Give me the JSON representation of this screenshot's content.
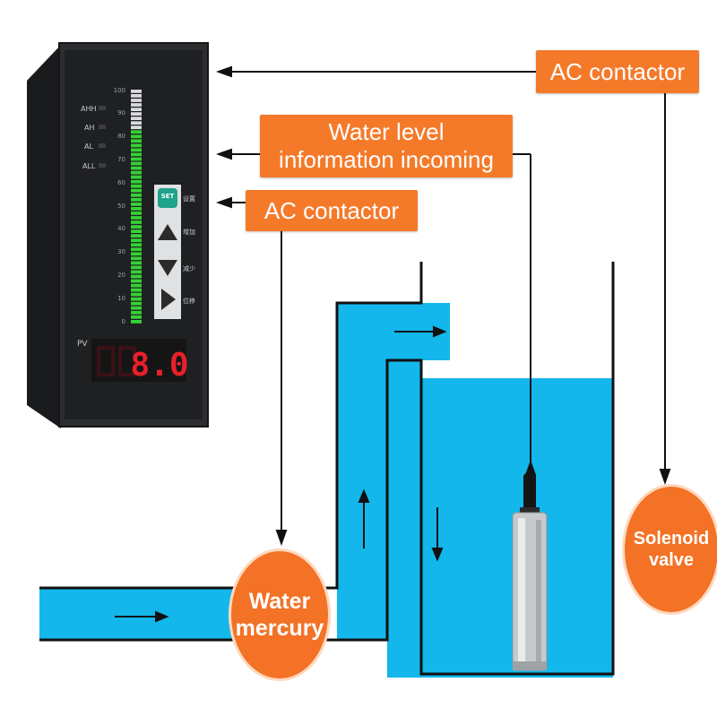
{
  "labels": {
    "ac_contactor_top": "AC contactor",
    "water_level_line1": "Water level",
    "water_level_line2": "information incoming",
    "ac_contactor_mid": "AC contactor",
    "water_mercury_line1": "Water",
    "water_mercury_line2": "mercury",
    "solenoid_line1": "Solenoid",
    "solenoid_line2": "valve"
  },
  "instrument": {
    "scale_ticks": [
      "100",
      "90",
      "80",
      "70",
      "60",
      "50",
      "40",
      "30",
      "20",
      "10",
      "0"
    ],
    "alarm_labels": [
      "AHH",
      "AH",
      "AL",
      "ALL"
    ],
    "button_labels": [
      "SET",
      "设置",
      "增加",
      "减少",
      "位移"
    ],
    "pv_label": "PV",
    "pv_value": "8.0",
    "bar_level_percent": 83
  },
  "colors": {
    "water": "#13b7ec",
    "orange": "#f47a2a",
    "bezel": "#2a2b2d",
    "bar_green": "#35d235",
    "led_red": "#e8202a"
  }
}
